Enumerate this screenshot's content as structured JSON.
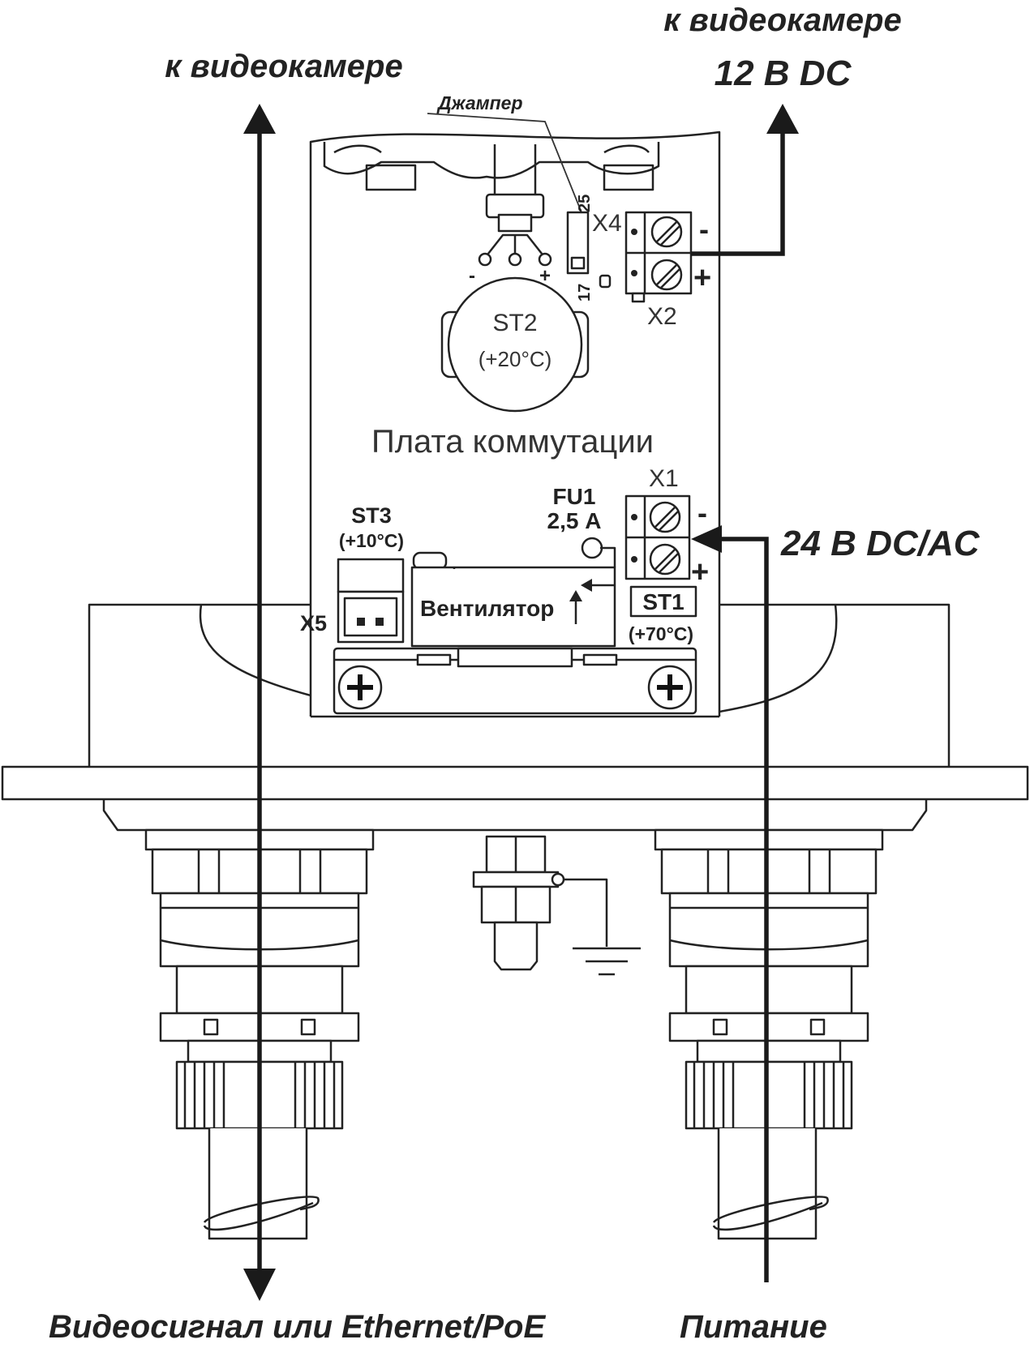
{
  "labels": {
    "to_camera_left": "к видеокамере",
    "to_camera_right": "к видеокамере",
    "camera_power": "12 В DC",
    "jumper": "Джампер",
    "x4": "X4",
    "pin_25": "25",
    "pin_17": "17",
    "x2": "X2",
    "x2_minus": "-",
    "x2_plus": "+",
    "st2": "ST2",
    "st2_temp": "(+20°C)",
    "st2_minus": "-",
    "st2_plus": "+",
    "board": "Плата коммутации",
    "fu1": "FU1",
    "fu1_rating": "2,5 А",
    "x1": "X1",
    "x1_minus": "-",
    "x1_plus": "+",
    "supply_voltage": "24 В DC/AC",
    "st3": "ST3",
    "st3_temp": "(+10°C)",
    "x5": "X5",
    "fan": "Вентилятор",
    "st1": "ST1",
    "st1_temp": "(+70°C)",
    "video_signal": "Видеосигнал или Ethernet/PoE",
    "power": "Питание"
  },
  "colors": {
    "line": "#222222",
    "background": "#ffffff"
  }
}
